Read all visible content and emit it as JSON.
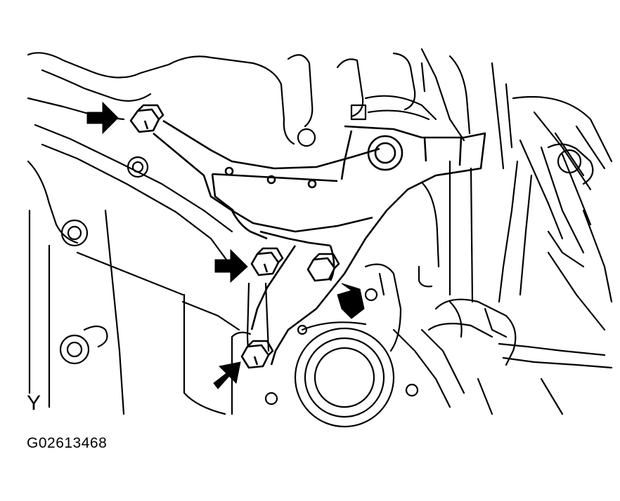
{
  "figure": {
    "view_label": "Y",
    "figure_code": "G02613468",
    "ink_color": "#000000",
    "paper_color": "#ffffff",
    "arrow_count": 4
  }
}
